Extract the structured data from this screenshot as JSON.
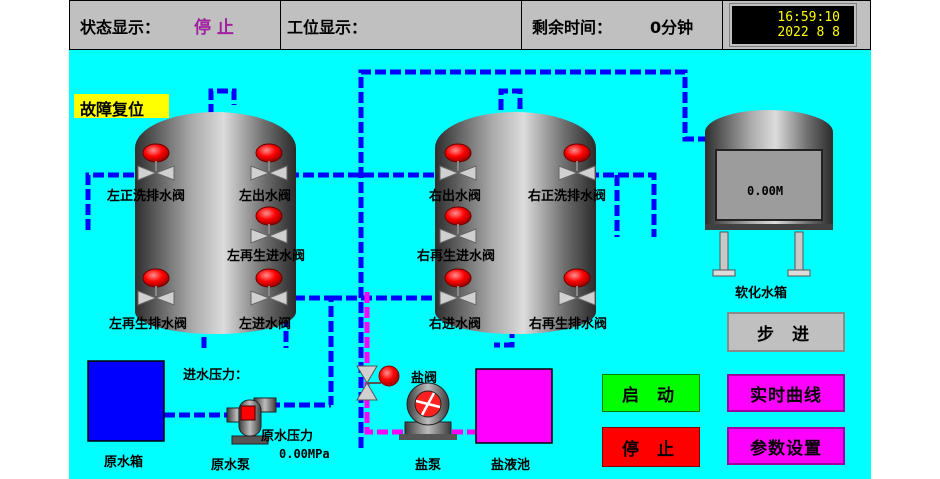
{
  "header": {
    "status_label": "状态显示：",
    "status_value": "停 止",
    "station_label": "工位显示：",
    "remaining_label": "剩余时间：",
    "remaining_value": "0分钟",
    "clock_time": "16:59:10",
    "clock_date": "2022  8   8"
  },
  "fault_reset_label": "故障复位",
  "valves": {
    "left_forward_wash": "左正洗排水阀",
    "left_outlet": "左出水阀",
    "left_regen_inlet": "左再生进水阀",
    "left_regen_drain": "左再生排水阀",
    "left_inlet": "左进水阀",
    "right_outlet": "右出水阀",
    "right_forward_wash": "右正洗排水阀",
    "right_regen_inlet": "右再生进水阀",
    "right_inlet": "右进水阀",
    "right_regen_drain": "右再生排水阀",
    "salt_valve": "盐阀"
  },
  "soft_tank": {
    "label": "软化水箱",
    "level": "0.00M"
  },
  "raw_tank_label": "原水箱",
  "raw_pump_label": "原水泵",
  "inlet_pressure_label": "进水压力：",
  "raw_pressure": {
    "label": "原水压力",
    "value": "0.00MPa"
  },
  "salt_pump_label": "盐泵",
  "brine_tank_label": "盐液池",
  "buttons": {
    "step": "步 进",
    "start": "启 动",
    "realtime_curve": "实时曲线",
    "stop": "停 止",
    "params": "参数设置"
  },
  "colors": {
    "background": "#00ffff",
    "pipe_blue": "#0000ff",
    "brine_magenta": "#ff00ff",
    "start_green": "#00ff00",
    "stop_red": "#ff0000",
    "fault_yellow": "#ffff00",
    "valve_red": "#ff0000"
  }
}
